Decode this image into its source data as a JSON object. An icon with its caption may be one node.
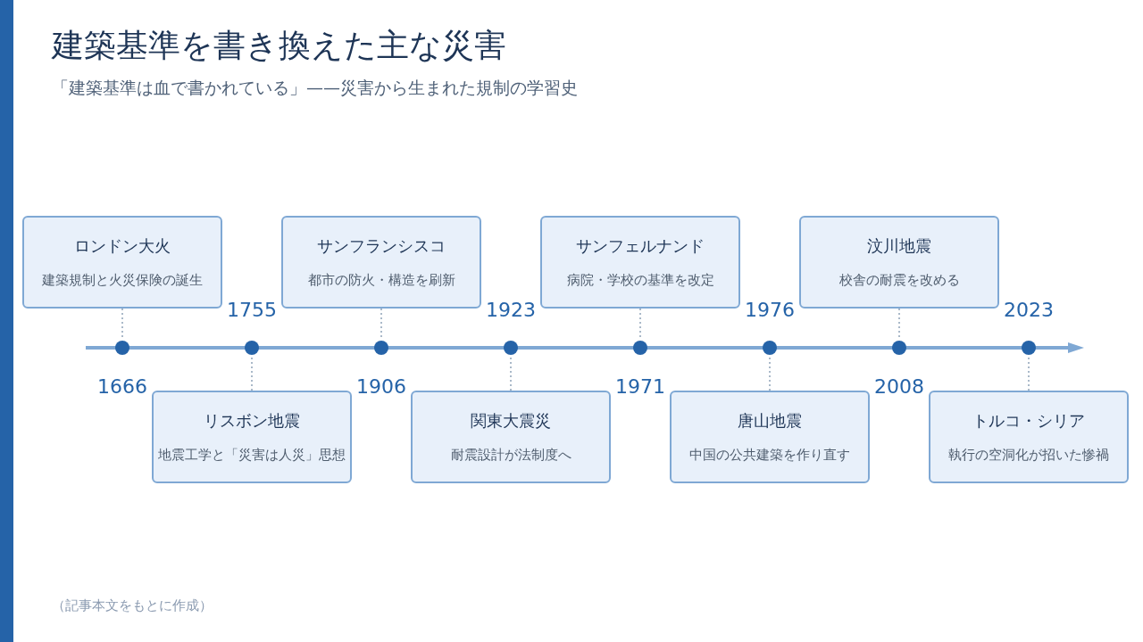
{
  "diagram": {
    "title": "建築基準を書き換えた主な災害",
    "caption": "（記事本文をもとに作成）",
    "nodes": [
      {
        "text": [
          "ロンドン大火",
          "建築規制と火災保険の誕生"
        ]
      },
      {
        "text": [
          "リスボン地震",
          "地震工学と「災害は人災」思想"
        ]
      },
      {
        "text": [
          "サンフランシスコ",
          "都市の防火・構造を刷新"
        ]
      },
      {
        "text": [
          "関東大震災",
          "耐震設計が法制度へ"
        ]
      },
      {
        "text": [
          "サンフェルナンド",
          "病院・学校の基準を改定"
        ]
      },
      {
        "text": [
          "唐山地震",
          "中国の公共建築を作り直す"
        ]
      },
      {
        "text": [
          "汶川地震",
          "校舎の耐震を改める"
        ]
      },
      {
        "text": [
          "トルコ・シリア",
          "執行の空洞化が招いた惨禍"
        ]
      },
      {
        "text": [],
        "shape": "circle"
      },
      {
        "text": [],
        "shape": "circle"
      },
      {
        "text": [],
        "shape": "circle"
      },
      {
        "text": [],
        "shape": "circle"
      },
      {
        "text": [],
        "shape": "circle"
      },
      {
        "text": [],
        "shape": "circle"
      },
      {
        "text": [],
        "shape": "circle"
      },
      {
        "text": [],
        "shape": "circle"
      }
    ],
    "edges": [
      {
        "from": 0,
        "to": 8,
        "arrow": "none"
      },
      {
        "from": 1,
        "to": 9,
        "arrow": "none"
      },
      {
        "from": 2,
        "to": 10,
        "arrow": "none"
      },
      {
        "from": 3,
        "to": 11,
        "arrow": "none"
      },
      {
        "from": 4,
        "to": 12,
        "arrow": "none"
      },
      {
        "from": 5,
        "to": 13,
        "arrow": "none"
      },
      {
        "from": 6,
        "to": 14,
        "arrow": "none"
      },
      {
        "from": 7,
        "to": 15,
        "arrow": "none"
      }
    ],
    "labels": [
      "「建築基準は血で書かれている」——災害から生まれた規制の学習史",
      "1666",
      "1755",
      "1906",
      "1923",
      "1971",
      "1976",
      "2008",
      "2023"
    ]
  }
}
